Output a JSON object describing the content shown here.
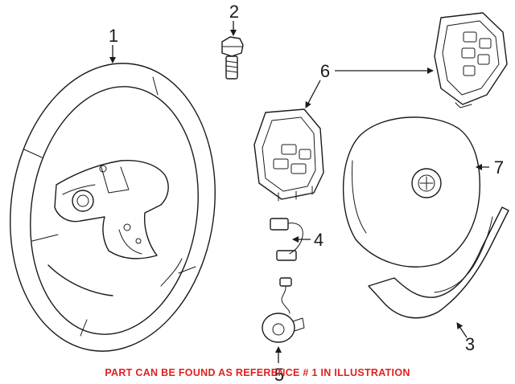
{
  "callouts": {
    "c1": "1",
    "c2": "2",
    "c3": "3",
    "c4": "4",
    "c5": "5",
    "c6": "6",
    "c7": "7"
  },
  "parts": [
    {
      "ref": "1",
      "name": "steering-wheel"
    },
    {
      "ref": "2",
      "name": "bolt"
    },
    {
      "ref": "3",
      "name": "trim-cover"
    },
    {
      "ref": "4",
      "name": "wiring-harness"
    },
    {
      "ref": "5",
      "name": "clock-spring-module"
    },
    {
      "ref": "6",
      "name": "control-switch"
    },
    {
      "ref": "7",
      "name": "airbag-module"
    }
  ],
  "note": "PART CAN BE FOUND AS REFERENCE # 1 IN ILLUSTRATION",
  "colors": {
    "line": "#1a1a1a",
    "note": "#e02020",
    "background": "#ffffff"
  }
}
